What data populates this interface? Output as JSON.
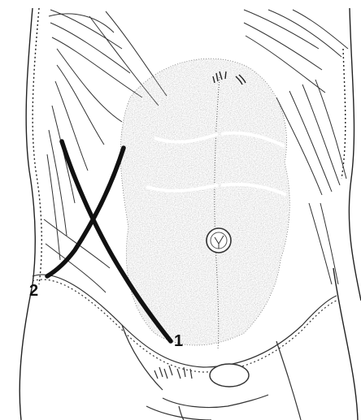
{
  "diagram": {
    "labels": [
      {
        "id": "incision-1",
        "text": "1"
      },
      {
        "id": "incision-2",
        "text": "2"
      }
    ]
  },
  "colors": {
    "ink": "#111111",
    "stipple": "#6b6b6b",
    "background": "#ffffff"
  }
}
